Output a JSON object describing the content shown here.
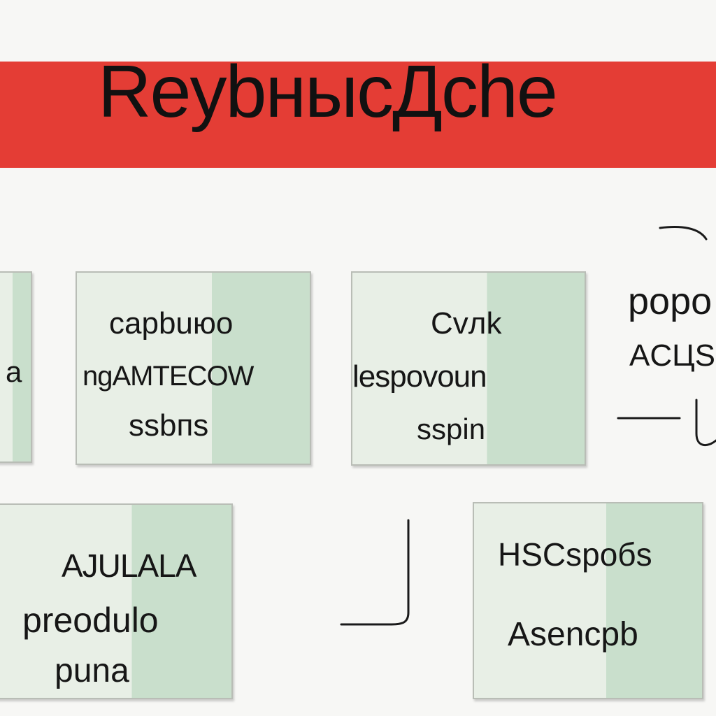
{
  "banner": {
    "title": "ReybнысДche"
  },
  "cards": [
    {
      "lines": [
        "a"
      ]
    },
    {
      "lines": [
        "capbuюo",
        "ngAMTECOW",
        "ssbпs"
      ]
    },
    {
      "lines": [
        "Cvлk",
        "lespovoun",
        "sspin"
      ]
    },
    {
      "lines": [
        "AJULALA",
        "preodulo",
        "puna"
      ]
    },
    {
      "lines": [
        "HSCspoбs",
        "Asenсpb"
      ]
    }
  ],
  "side_labels": [
    "popo",
    "ACЦS"
  ],
  "colors": {
    "banner": "#e43d35",
    "card_light": "#e8efe6",
    "card_green": "#c9dfcc"
  }
}
